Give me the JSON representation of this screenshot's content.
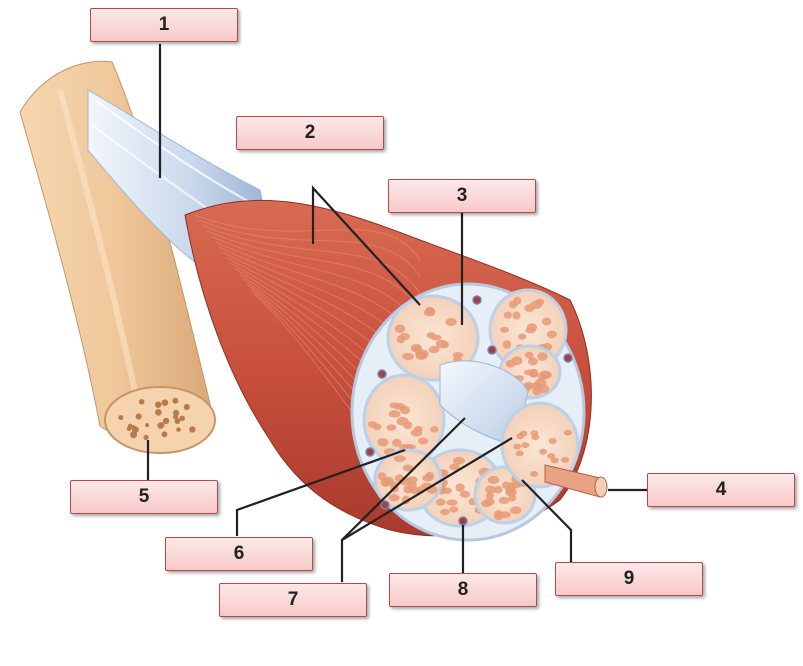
{
  "labels": [
    {
      "id": "label-1",
      "text": "1"
    },
    {
      "id": "label-2",
      "text": "2"
    },
    {
      "id": "label-3",
      "text": "3"
    },
    {
      "id": "label-4",
      "text": "4"
    },
    {
      "id": "label-5",
      "text": "5"
    },
    {
      "id": "label-6",
      "text": "6"
    },
    {
      "id": "label-7",
      "text": "7"
    },
    {
      "id": "label-8",
      "text": "8"
    },
    {
      "id": "label-9",
      "text": "9"
    }
  ],
  "colors": {
    "label_border": "#b24b4b",
    "label_fill": "#f7c9c9",
    "bone": "#efc79a",
    "tendon": "#c9d8ec",
    "muscle": "#c8503d",
    "fascicle": "#f5d9c6",
    "fiber": "#e79a77",
    "connective_tissue": "#e6eef7",
    "leader_line": "#222222"
  }
}
